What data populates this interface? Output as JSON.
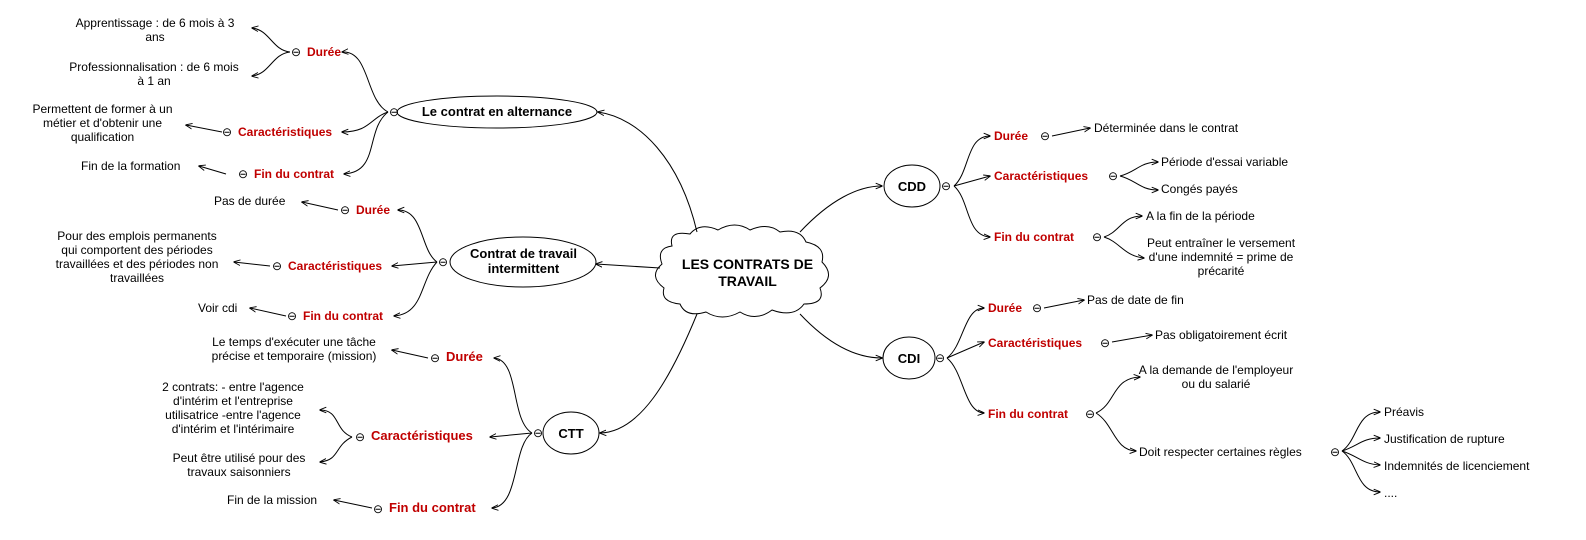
{
  "central": {
    "title": "LES CONTRATS DE TRAVAIL",
    "line1": "LES CONTRATS DE",
    "line2": "TRAVAIL"
  },
  "toggle_glyph": "⊖",
  "colors": {
    "accent": "#c00000",
    "line": "#000000",
    "node_fill": "#ffffff"
  },
  "alternance": {
    "title": "Le contrat en alternance",
    "duree": {
      "label": "Durée",
      "l1a": "Apprentissage : de 6 mois à 3",
      "l1b": "ans",
      "l2a": "Professionnalisation : de 6 mois",
      "l2b": "à 1 an"
    },
    "carac": {
      "label": "Caractéristiques",
      "a": "Permettent de former à un",
      "b": "métier et d'obtenir une",
      "c": "qualification"
    },
    "fin": {
      "label": "Fin du contrat",
      "leaf": "Fin de la formation"
    }
  },
  "intermittent": {
    "title_l1": "Contrat de travail",
    "title_l2": "intermittent",
    "duree": {
      "label": "Durée",
      "leaf": "Pas de durée"
    },
    "carac": {
      "label": "Caractéristiques",
      "a": "Pour des emplois permanents",
      "b": "qui comportent des périodes",
      "c": "travaillées et des périodes non",
      "d": "travaillées"
    },
    "fin": {
      "label": "Fin du contrat",
      "leaf": "Voir cdi"
    }
  },
  "ctt": {
    "title": "CTT",
    "duree": {
      "label": "Durée",
      "a": "Le temps d'exécuter une tâche",
      "b": "précise et temporaire (mission)"
    },
    "carac": {
      "label": "Caractéristiques",
      "a": "2 contrats: - entre l'agence",
      "b": "d'intérim et l'entreprise",
      "c": "utilisatrice -entre l'agence",
      "d": "d'intérim et l'intérimaire",
      "e": "Peut être utilisé pour des",
      "f": "travaux saisonniers"
    },
    "fin": {
      "label": "Fin du contrat",
      "leaf": "Fin de la mission"
    }
  },
  "cdd": {
    "title": "CDD",
    "duree": {
      "label": "Durée",
      "leaf": "Déterminée dans le contrat"
    },
    "carac": {
      "label": "Caractéristiques",
      "a": "Période d'essai variable",
      "b": "Congés payés"
    },
    "fin": {
      "label": "Fin du contrat",
      "a": "A la fin de la période",
      "b1": "Peut entraîner le versement",
      "b2": "d'une indemnité = prime de",
      "b3": "précarité"
    }
  },
  "cdi": {
    "title": "CDI",
    "duree": {
      "label": "Durée",
      "leaf": "Pas de date de fin"
    },
    "carac": {
      "label": "Caractéristiques",
      "leaf": "Pas obligatoirement écrit"
    },
    "fin": {
      "label": "Fin du contrat",
      "a1": "A la demande de l'employeur",
      "a2": "ou du salarié",
      "b": "Doit respecter certaines règles",
      "rules": [
        "Préavis",
        "Justification de rupture",
        "Indemnités de licenciement",
        "...."
      ]
    }
  }
}
